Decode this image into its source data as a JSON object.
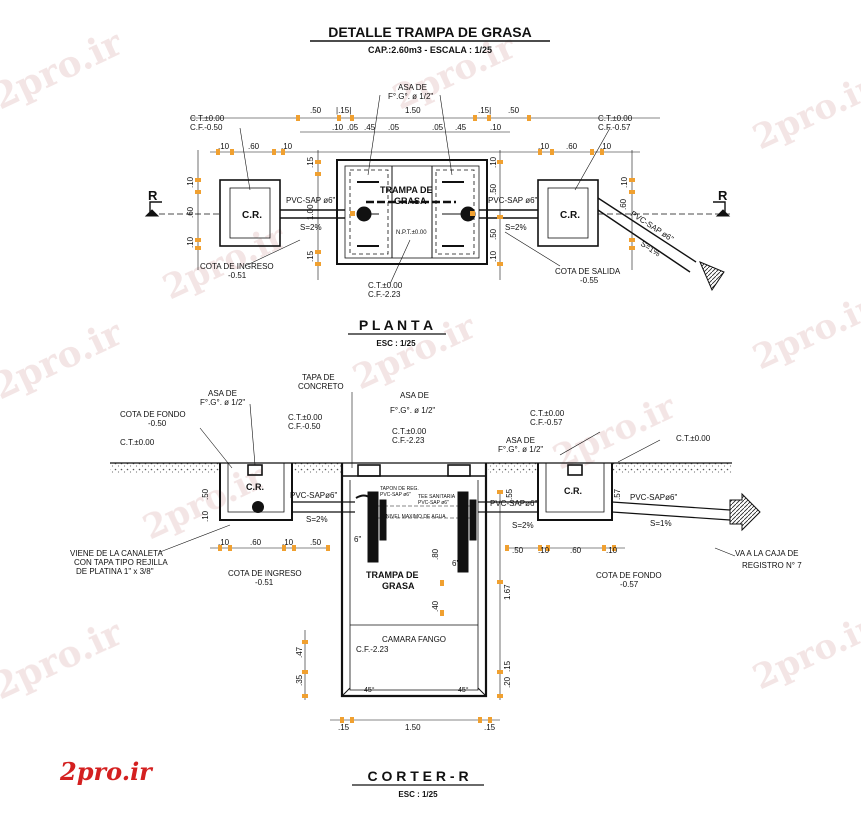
{
  "title": "DETALLE TRAMPA DE GRASA",
  "subtitle": "CAP.:2.60m3 - ESCALA : 1/25",
  "watermark": "2pro.ir",
  "logo_text": "2pro.ir",
  "colors": {
    "line": "#111111",
    "dim": "#f0a030",
    "pipe_fill": "#111111",
    "logo": "#d42020",
    "wm": "#e8c8c8"
  },
  "plan": {
    "heading": "P L A N T A",
    "scale": "ESC : 1/25",
    "labels": {
      "ct_left_1": "C.T.±0.00",
      "ct_left_2": "C.F.-0.50",
      "ct_right_1": "C.T.±0.00",
      "ct_right_2": "C.F.-0.57",
      "asa_1": "ASA DE",
      "asa_2": "F°.G°. ø 1/2\"",
      "trampa_1": "TRAMPA DE",
      "trampa_2": "GRASA",
      "cr_left": "C.R.",
      "cr_right": "C.R.",
      "pvc_left": "PVC-SAP ø6\"",
      "pvc_right": "PVC-SAP ø6\"",
      "pvc_diag": "PVC-SAP ø6\"",
      "slope_left": "S=2%",
      "slope_right": "S=2%",
      "slope_diag": "S=1%",
      "npt": "N.P.T.±0.00",
      "cota_ingreso_1": "COTA DE INGRESO",
      "cota_ingreso_2": "-0.51",
      "cota_salida_1": "COTA DE SALIDA",
      "cota_salida_2": "-0.55",
      "ct_center_1": "C.T.±0.00",
      "ct_center_2": "C.F.-2.23",
      "section_r": "R"
    },
    "dims": {
      "d50a": ".50",
      "d15a": "|.15|",
      "d150": "1.50",
      "d15b": ".15|",
      "d50b": ".50",
      "d10a": ".10",
      "d05a": ".05",
      "d45a": ".45",
      "d05b": ".05",
      "d05c": ".05",
      "d45b": ".45",
      "d10b": ".10",
      "d10c": ".10",
      "d60a": ".60",
      "d10d": ".10",
      "d10e": ".10",
      "d60b": ".60",
      "d10f": ".10",
      "v10a": ".10",
      "v60a": ".60",
      "v10b": ".10",
      "v15a": ".15",
      "v100": "1.00",
      "v15b": ".15",
      "v10c": ".10",
      "v50a": ".50",
      "v50b": ".50",
      "v60b": ".60",
      "v10d": ".10",
      "v10e": ".10"
    }
  },
  "section": {
    "heading": "C O R T E   R - R",
    "scale": "ESC : 1/25",
    "labels": {
      "ct_far_left": "C.T.±0.00",
      "cota_fondo_l_1": "COTA DE FONDO",
      "cota_fondo_l_2": "-0.50",
      "asa_l_1": "ASA DE",
      "asa_l_2": "F°.G°. ø 1/2\"",
      "tapa_1": "TAPA DE",
      "tapa_2": "CONCRETO",
      "ct_l_1": "C.T.±0.00",
      "ct_l_2": "C.F.-0.50",
      "asa_c_1": "ASA DE",
      "asa_c_2": "F°.G°. ø 1/2\"",
      "ct_c_1": "C.T.±0.00",
      "ct_c_2": "C.F.-2.23",
      "ct_r_1": "C.T.±0.00",
      "ct_r_2": "C.F.-0.57",
      "asa_r_1": "ASA DE",
      "asa_r_2": "F°.G°. ø 1/2\"",
      "ct_far_right": "C.T.±0.00",
      "cr_left": "C.R.",
      "cr_right": "C.R.",
      "pvc_l": "PVC-SAPø6\"",
      "pvc_r": "PVC-SAPø6\"",
      "pvc_out": "PVC-SAPø6\"",
      "slope_l": "S=2%",
      "slope_r": "S=2%",
      "slope_out": "S=1%",
      "tee_1": "TEE SANITARIA",
      "tee_2": "PVC-SAP ø6\"",
      "tapon_1": "TAPON DE REG.",
      "tapon_2": "PVC-SAP ø6\"",
      "nivel": "NIVEL MAXIMO DE AGUA",
      "pipe_6a": "6\"",
      "pipe_6b": "6\"",
      "trampa_1": "TRAMPA DE",
      "trampa_2": "GRASA",
      "camara": "CAMARA FANGO",
      "cf": "C.F.-2.23",
      "deg_l": "45°",
      "deg_r": "45°",
      "viene_1": "VIENE DE LA CANALETA",
      "viene_2": "CON TAPA TIPO REJILLA",
      "viene_3": "DE PLATINA 1\" x 3/8\"",
      "cota_ingreso_1": "COTA DE INGRESO",
      "cota_ingreso_2": "-0.51",
      "cota_fondo_r_1": "COTA DE FONDO",
      "cota_fondo_r_2": "-0.57",
      "va_1": "VA A LA CAJA DE",
      "va_2": "REGISTRO N° 7"
    },
    "dims": {
      "h10a": ".10",
      "h60a": ".60",
      "h10b": ".10",
      "h50a": ".50",
      "h50b": ".50",
      "h10c": ".10",
      "h60b": ".60",
      "h10d": ".10",
      "v50l": ".50",
      "v10l": ".10",
      "v55r": ".55",
      "v57r": ".57",
      "v80": ".80",
      "v40": ".40",
      "v167": "1.67",
      "v47": ".47",
      "v35": ".35",
      "v20": ".20",
      "v15": ".15",
      "b15a": ".15",
      "b150": "1.50",
      "b15b": ".15"
    }
  }
}
